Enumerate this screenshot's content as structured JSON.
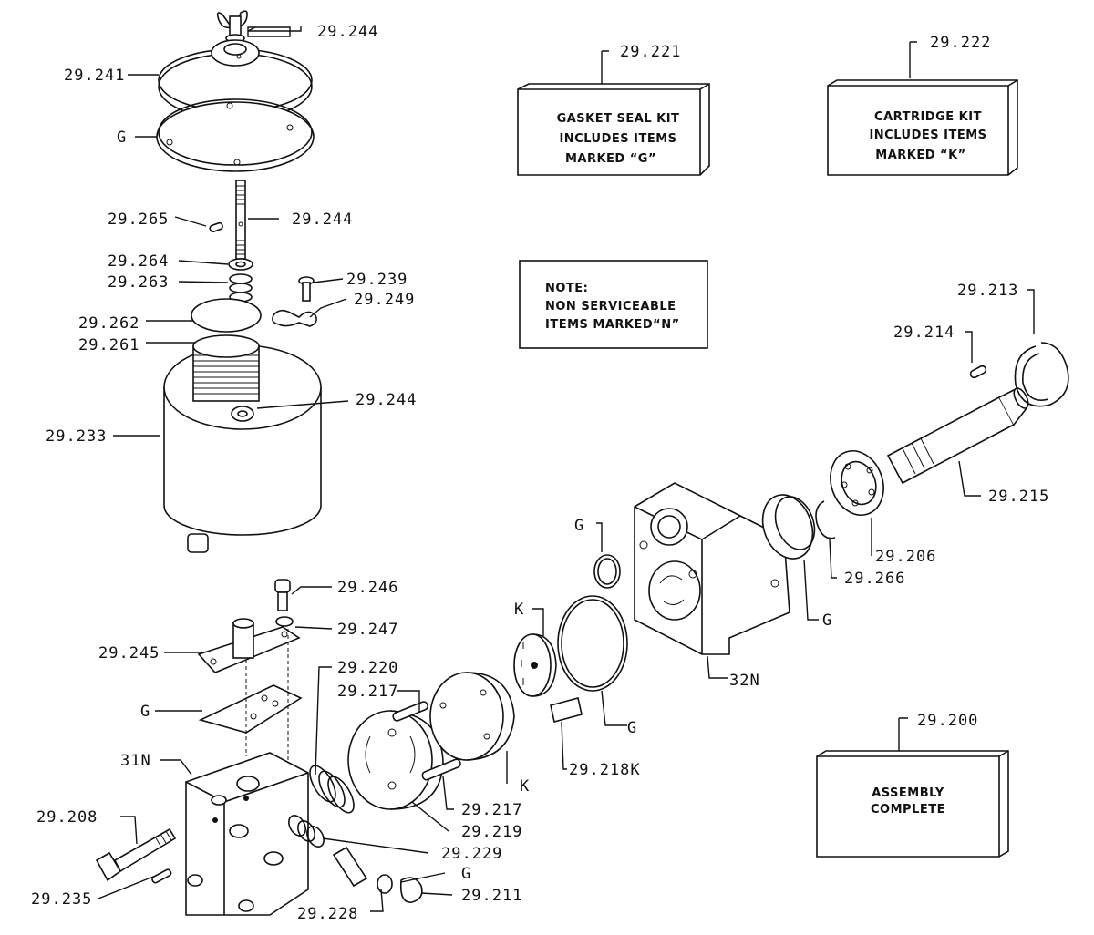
{
  "callouts": {
    "c29_244_top": "29.244",
    "c29_241": "29.241",
    "g_top": "G",
    "c29_265": "29.265",
    "c29_244_mid": "29.244",
    "c29_264": "29.264",
    "c29_263": "29.263",
    "c29_239": "29.239",
    "c29_249": "29.249",
    "c29_262": "29.262",
    "c29_261": "29.261",
    "c29_244_low": "29.244",
    "c29_233": "29.233",
    "c29_221": "29.221",
    "c29_222": "29.222",
    "c29_213": "29.213",
    "c29_214": "29.214",
    "c29_215": "29.215",
    "g_ring": "G",
    "c29_206": "29.206",
    "c29_266": "29.266",
    "g_bearing": "G",
    "k_rotor": "K",
    "c32n": "32N",
    "c29_246": "29.246",
    "c29_247": "29.247",
    "c29_245": "29.245",
    "c29_220": "29.220",
    "c29_217_top": "29.217",
    "g_plate": "G",
    "c31n": "31N",
    "g_oring": "G",
    "c29_218k": "29.218K",
    "k_ring": "K",
    "c29_217_low": "29.217",
    "c29_219": "29.219",
    "c29_208": "29.208",
    "c29_229": "29.229",
    "g_cap": "G",
    "c29_211": "29.211",
    "c29_235": "29.235",
    "c29_228": "29.228",
    "c29_200": "29.200"
  },
  "boxes": {
    "gasket_kit": [
      "GASKET SEAL KIT",
      "INCLUDES ITEMS",
      "MARKED  “G”"
    ],
    "cartridge_kit": [
      "CARTRIDGE KIT",
      "INCLUDES ITEMS",
      "MARKED  “K”"
    ],
    "note": [
      "NOTE:",
      "NON SERVICEABLE",
      "ITEMS MARKED“N”"
    ],
    "assembly": [
      "ASSEMBLY",
      "COMPLETE"
    ]
  }
}
